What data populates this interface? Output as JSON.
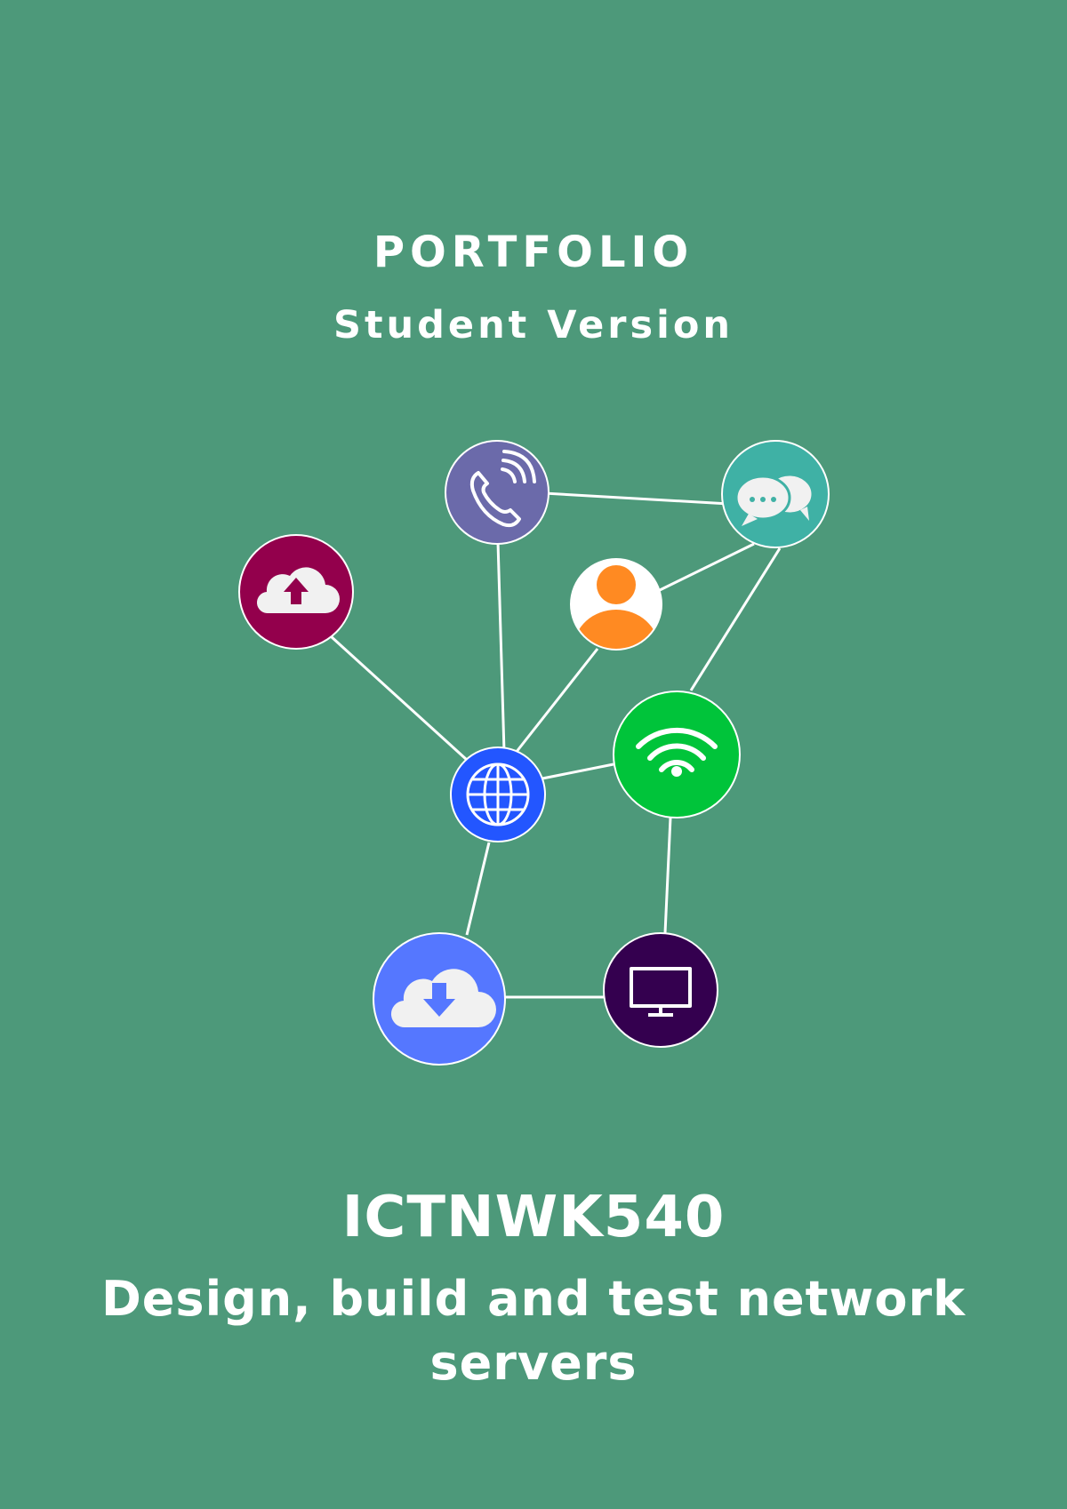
{
  "cover": {
    "label": "PORTFOLIO",
    "version": "Student Version",
    "unit_code": "ICTNWK540",
    "unit_title_line1": "Design, build and test network",
    "unit_title_line2": "servers"
  },
  "colors": {
    "background": "#4d997a",
    "text": "#ffffff",
    "connector": "#ffffff"
  },
  "network": {
    "nodes": [
      {
        "icon": "phone-call-icon",
        "color": "#6b6aaa"
      },
      {
        "icon": "chat-bubbles-icon",
        "color": "#3fb1a5"
      },
      {
        "icon": "cloud-upload-icon",
        "color": "#93004c"
      },
      {
        "icon": "user-icon",
        "color": "#ff8a22"
      },
      {
        "icon": "wifi-icon",
        "color": "#00c43a"
      },
      {
        "icon": "globe-icon",
        "color": "#2356ff"
      },
      {
        "icon": "cloud-download-icon",
        "color": "#5577ff"
      },
      {
        "icon": "monitor-icon",
        "color": "#34004f"
      }
    ]
  }
}
